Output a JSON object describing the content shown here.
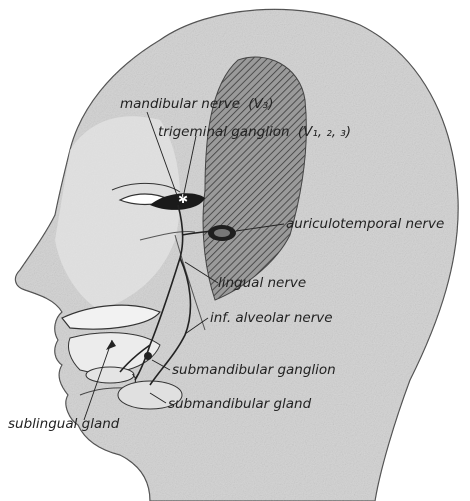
{
  "labels": {
    "mandibular_nerve": "mandibular nerve",
    "mandibular_nerve_sub": "(V₃)",
    "trigeminal_ganglion": "trigeminal ganglion",
    "trigeminal_ganglion_sub": "(V₁, ₂, ₃)",
    "auriculotemporal_nerve": "auriculotemporal nerve",
    "lingual_nerve": "lingual nerve",
    "inf_alveolar_nerve": "inf. alveolar nerve",
    "submandibular_ganglion": "submandibular ganglion",
    "submandibular_gland": "submandibular gland",
    "sublingual_gland": "sublingual gland"
  },
  "colors": {
    "line": "#333333",
    "head_fill": "#cfcfcf",
    "hatch": "#555555",
    "text": "#222222"
  }
}
